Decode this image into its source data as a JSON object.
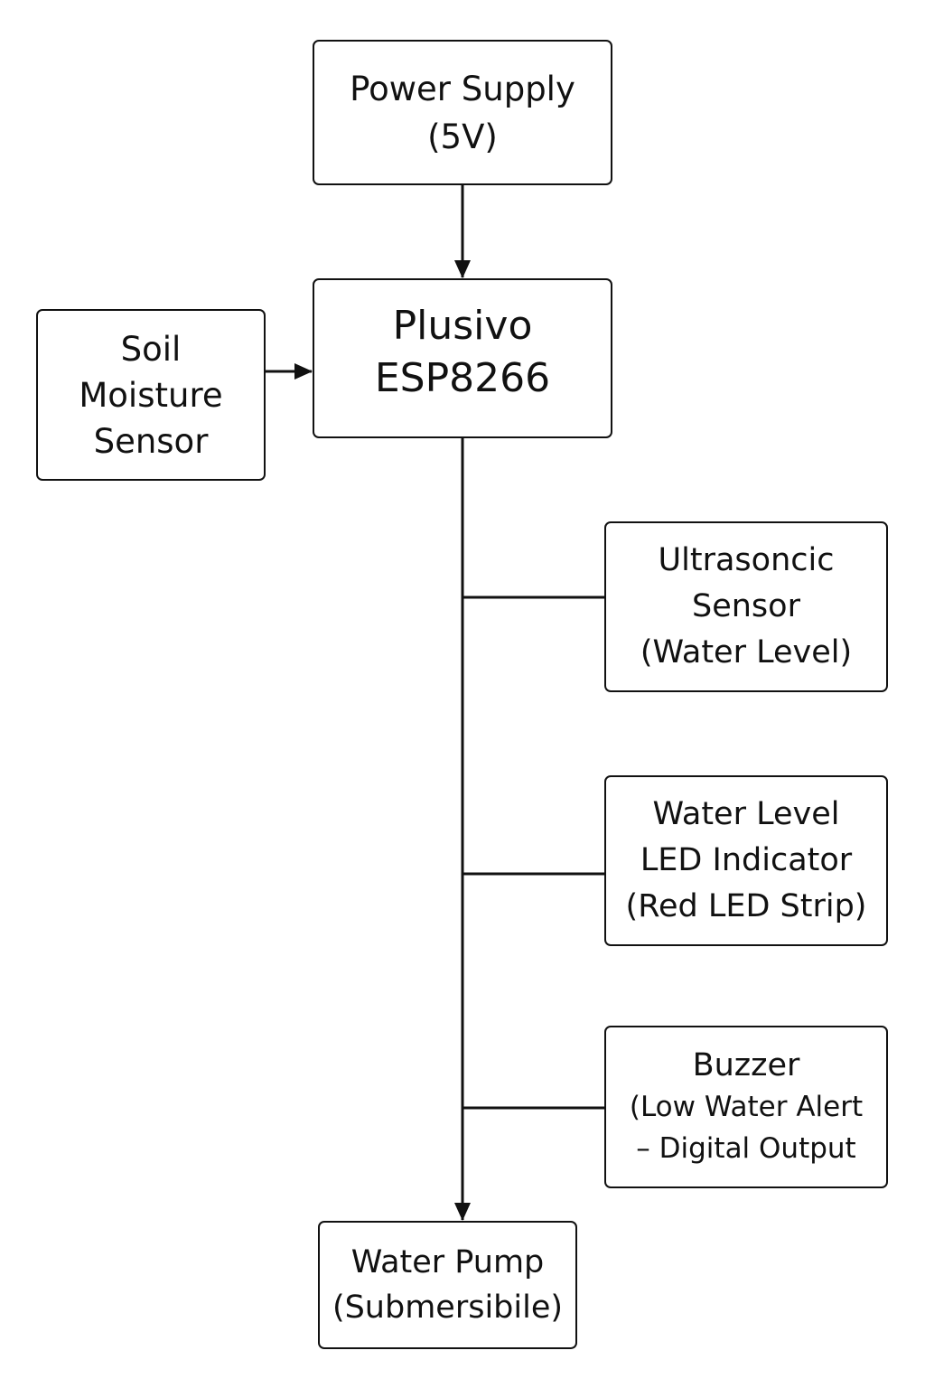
{
  "nodes": {
    "power": {
      "lines": [
        "Power Supply",
        "(5V)"
      ]
    },
    "esp": {
      "lines": [
        "Plusivo",
        "ESP8266"
      ]
    },
    "soil": {
      "lines": [
        "Soil",
        "Moisture",
        "Sensor"
      ]
    },
    "ultra": {
      "lines": [
        "Ultrasoncic",
        "Sensor",
        "(Water Level)"
      ]
    },
    "led": {
      "lines": [
        "Water Level",
        "LED Indicator",
        "(Red LED Strip)"
      ]
    },
    "buzzer": {
      "lines": [
        "Buzzer",
        "(Low Water Alert",
        "– Digital Output"
      ]
    },
    "pump": {
      "lines": [
        "Water Pump",
        "(Submersibile)"
      ]
    }
  },
  "colors": {
    "stroke": "#111111",
    "background": "#ffffff"
  }
}
